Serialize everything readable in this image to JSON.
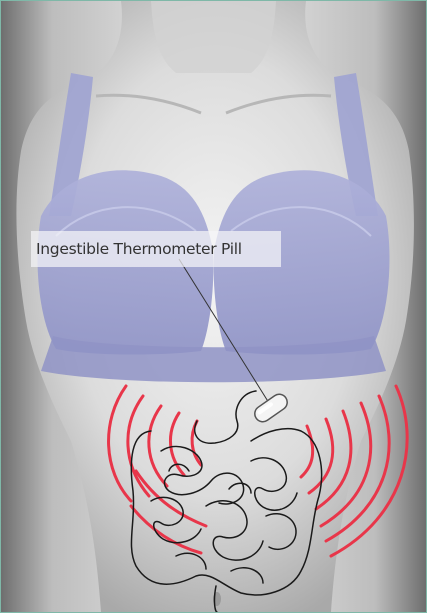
{
  "callout": {
    "label": "Ingestible Thermometer Pill"
  },
  "icons": {
    "torso": "human-torso-illustration",
    "pill": "capsule-icon",
    "intestines": "intestines-outline",
    "signal": "radio-wave-arcs"
  },
  "colors": {
    "background": "#e6e6e6",
    "skin_shadow": "#8c8c8c",
    "bra": "#9b9fcf",
    "signal_waves": "#e8364a",
    "intestine_outline": "#1a1a1a",
    "pill": "#f4f4f4",
    "frame_border": "#7fb8a8"
  }
}
